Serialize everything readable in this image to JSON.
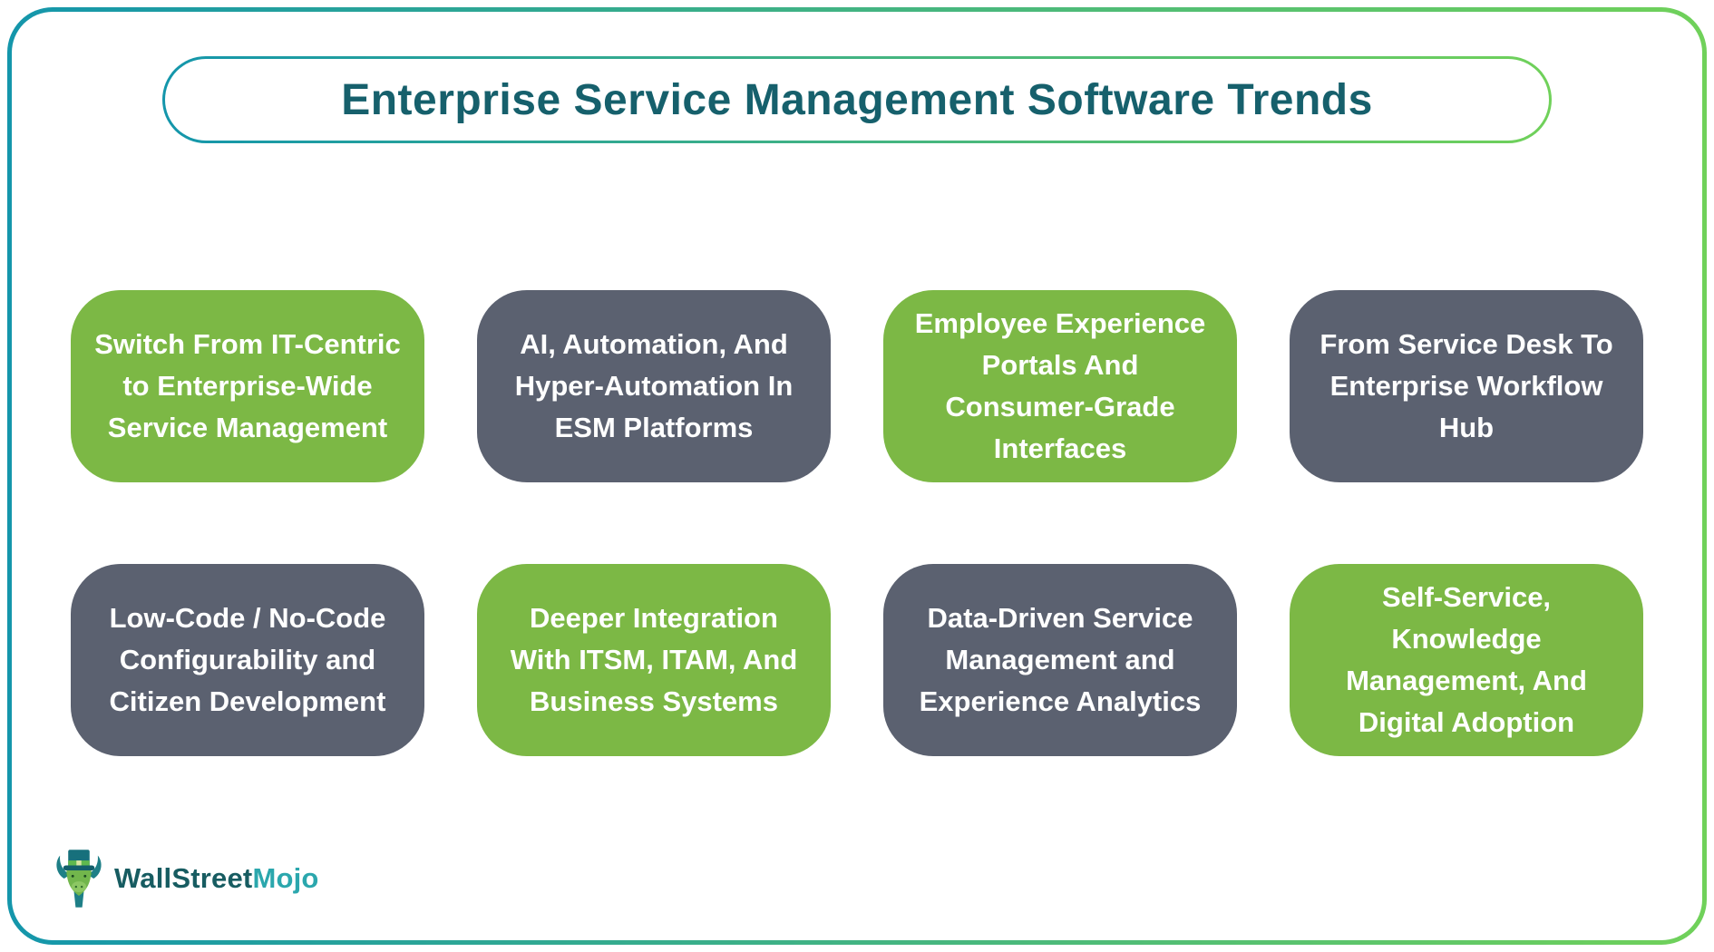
{
  "title": "Enterprise Service Management Software Trends",
  "cards": [
    {
      "label": "Switch From IT-Centric to Enterprise-Wide Service Management",
      "variant": "green"
    },
    {
      "label": "AI, Automation, And Hyper-Automation In ESM Platforms",
      "variant": "gray"
    },
    {
      "label": "Employee Experience Portals And Consumer-Grade Interfaces",
      "variant": "green"
    },
    {
      "label": "From Service Desk To Enterprise Workflow Hub",
      "variant": "gray"
    },
    {
      "label": "Low-Code / No-Code Configurability and Citizen Development",
      "variant": "gray"
    },
    {
      "label": "Deeper Integration With ITSM, ITAM, And Business Systems",
      "variant": "green"
    },
    {
      "label": "Data-Driven Service Management and Experience Analytics",
      "variant": "gray"
    },
    {
      "label": "Self-Service, Knowledge Management, And Digital Adoption",
      "variant": "green"
    }
  ],
  "logo": {
    "brand_part1": "WallStreet",
    "brand_part2": "Mojo",
    "mascot": "bull-mascot-icon"
  },
  "colors": {
    "green": "#7cb845",
    "gray": "#5b6170",
    "teal_dark": "#16606c",
    "border_teal": "#1496ab",
    "border_green": "#70d15a",
    "logo_dark": "#175c61",
    "logo_light": "#2ba7ad"
  }
}
